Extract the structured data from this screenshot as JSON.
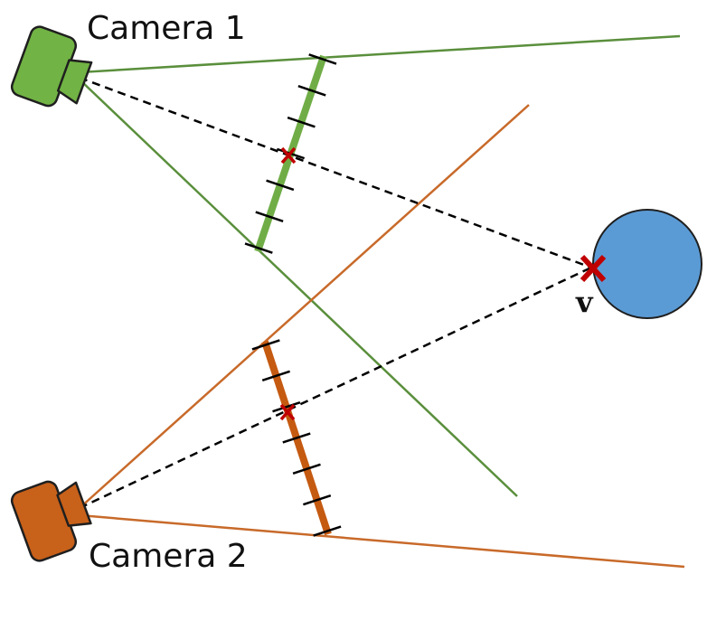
{
  "cameras": [
    {
      "label": "Camera 1",
      "color": "#6aaa3a",
      "body_color": "#71b344",
      "ray_color": "#5a8f3c",
      "icon": "camera-icon"
    },
    {
      "label": "Camera 2",
      "color": "#c55a11",
      "body_color": "#c8611a",
      "ray_color": "#c86a2a",
      "icon": "camera-icon"
    }
  ],
  "target": {
    "label": "v",
    "sphere_color": "#5b9bd5",
    "marker_color": "#c00000"
  },
  "image_plane_ticks": [
    7,
    7
  ],
  "projection_marker": "cross-icon"
}
